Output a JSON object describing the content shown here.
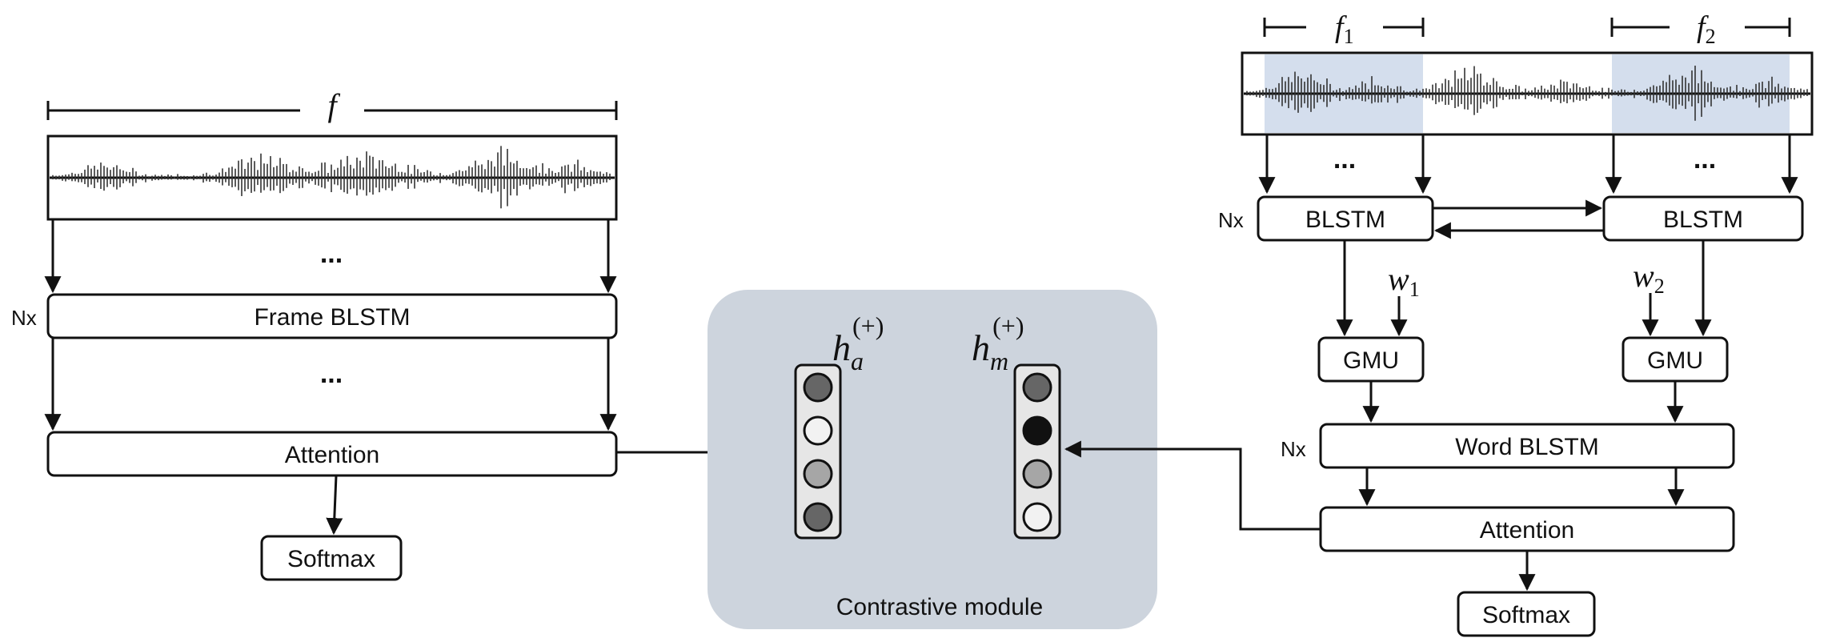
{
  "left": {
    "frame_label": "f",
    "ellipsis_top": "...",
    "ellipsis_mid": "...",
    "nx_label": "Nx",
    "frame_blstm": "Frame BLSTM",
    "attention": "Attention",
    "softmax": "Softmax"
  },
  "contrastive": {
    "title": "Contrastive module",
    "ha": {
      "base": "h",
      "sub": "a",
      "sup": "(+)"
    },
    "hm": {
      "base": "h",
      "sub": "m",
      "sup": "(+)"
    },
    "ha_nodes": [
      "#666666",
      "#f2f2f2",
      "#a6a6a6",
      "#666666"
    ],
    "hm_nodes": [
      "#666666",
      "#111111",
      "#a6a6a6",
      "#f2f2f2"
    ],
    "module_color": "#cdd4dd"
  },
  "right": {
    "f1": {
      "base": "f",
      "sub": "1"
    },
    "f2": {
      "base": "f",
      "sub": "2"
    },
    "ellipsis_1": "...",
    "ellipsis_2": "...",
    "nx_top": "Nx",
    "blstm_1": "BLSTM",
    "blstm_2": "BLSTM",
    "w1": {
      "base": "w",
      "sub": "1"
    },
    "w2": {
      "base": "w",
      "sub": "2"
    },
    "gmu_1": "GMU",
    "gmu_2": "GMU",
    "nx_word": "Nx",
    "word_blstm": "Word BLSTM",
    "attention": "Attention",
    "softmax": "Softmax",
    "segment_color": "#c9d6e8"
  }
}
